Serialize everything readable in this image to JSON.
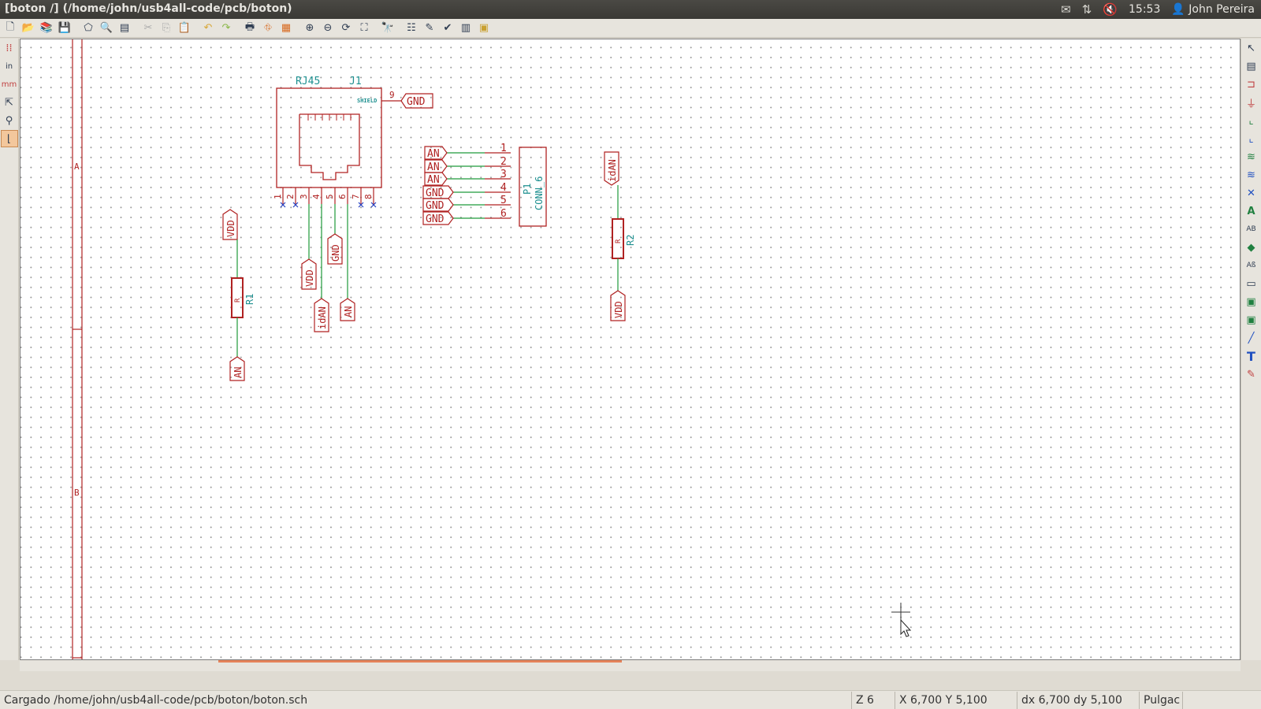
{
  "window": {
    "title": "[boton /] (/home/john/usb4all-code/pcb/boton)",
    "clock": "15:53",
    "user": "John Pereira"
  },
  "toolbar": {
    "icons": [
      "new-icon",
      "open-icon",
      "library-icon",
      "save-icon",
      "page-settings-icon",
      "find-icon",
      "hierarchy-icon",
      "cut-icon",
      "copy-icon",
      "paste-icon",
      "undo-icon",
      "redo-icon",
      "print-icon",
      "plot-icon",
      "pcbnew-icon",
      "zoom-in-icon",
      "zoom-out-icon",
      "zoom-redraw-icon",
      "zoom-fit-icon",
      "find-item-icon",
      "netlist-icon",
      "annotate-icon",
      "erc-icon",
      "bom-icon",
      "cvpcb-icon"
    ]
  },
  "left_toolbar": {
    "icons": [
      "grid-icon",
      "units-inch-icon",
      "units-mm-icon",
      "cursor-icon",
      "hidden-pins-icon",
      "wire-direction-icon"
    ]
  },
  "right_toolbar": {
    "icons": [
      "select-icon",
      "hierarchy-nav-icon",
      "add-component-icon",
      "add-power-icon",
      "wire-icon",
      "bus-icon",
      "wire-entry-icon",
      "bus-entry-icon",
      "no-connect-icon",
      "net-label-icon",
      "global-label-icon",
      "junction-icon",
      "hier-label-icon",
      "hier-sheet-icon",
      "import-sheet-pin-icon",
      "sheet-pin-icon",
      "line-icon",
      "text-icon",
      "delete-icon"
    ]
  },
  "schematic": {
    "border_labels": [
      "A",
      "B"
    ],
    "j1": {
      "value": "RJ45",
      "ref": "J1",
      "shield_text": "SHIELD",
      "shield_pin": "9",
      "shield_net": "GND",
      "pins": [
        "1",
        "2",
        "3",
        "4",
        "5",
        "6",
        "7",
        "8"
      ]
    },
    "j1_labels": {
      "pin3": "VDD",
      "pin4": "idAN",
      "pin5": "GND",
      "pin6": "AN"
    },
    "p1": {
      "ref": "P1",
      "value": "CONN_6",
      "pins": [
        "1",
        "2",
        "3",
        "4",
        "5",
        "6"
      ],
      "labels": [
        "AN",
        "AN",
        "AN",
        "GND",
        "GND",
        "GND"
      ]
    },
    "r1": {
      "value": "R",
      "ref": "R1",
      "top_label": "VDD",
      "bottom_label": "AN"
    },
    "r2": {
      "value": "R",
      "ref": "R2",
      "top_label": "idAN",
      "bottom_label": "VDD"
    }
  },
  "status": {
    "message": "Cargado /home/john/usb4all-code/pcb/boton/boton.sch",
    "zoom": "Z 6",
    "coords": "X 6,700  Y 5,100",
    "delta": "dx 6,700  dy 5,100",
    "units": "Pulgac"
  }
}
